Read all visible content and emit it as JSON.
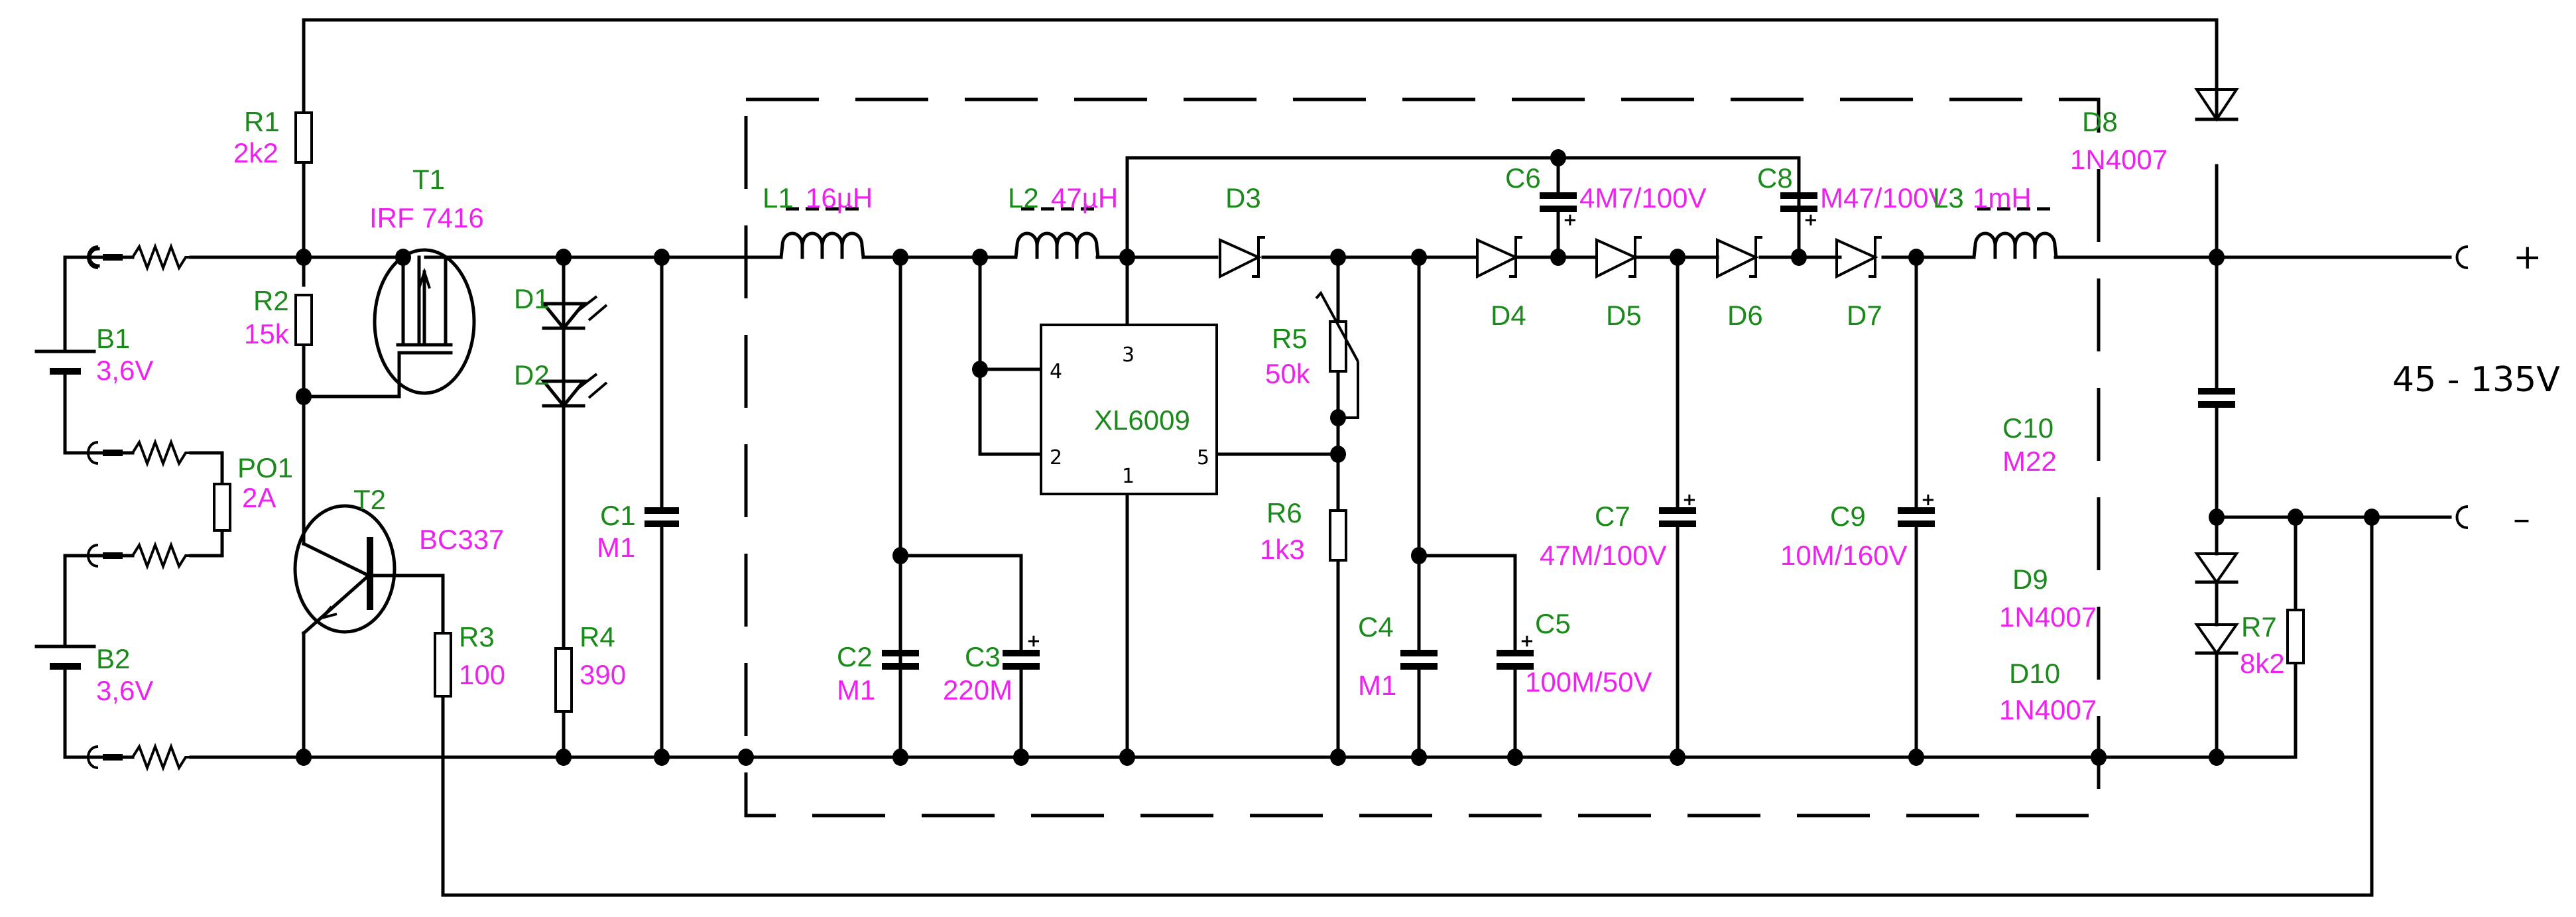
{
  "title": "Battery-powered boost converter schematic (XL6009) 45 - 135V",
  "colors": {
    "reference": "#1a8a1a",
    "value": "#ee22ee",
    "wire": "#000000"
  },
  "output": {
    "range": "45 - 135V",
    "plus": "+",
    "minus": "–"
  },
  "components": {
    "B1": {
      "ref": "B1",
      "value": "3,6V"
    },
    "B2": {
      "ref": "B2",
      "value": "3,6V"
    },
    "PO1": {
      "ref": "PO1",
      "value": "2A"
    },
    "R1": {
      "ref": "R1",
      "value": "2k2"
    },
    "R2": {
      "ref": "R2",
      "value": "15k"
    },
    "R3": {
      "ref": "R3",
      "value": "100"
    },
    "R4": {
      "ref": "R4",
      "value": "390"
    },
    "R5": {
      "ref": "R5",
      "value": "50k"
    },
    "R6": {
      "ref": "R6",
      "value": "1k3"
    },
    "R7": {
      "ref": "R7",
      "value": "8k2"
    },
    "T1": {
      "ref": "T1",
      "value": "IRF 7416"
    },
    "T2": {
      "ref": "T2",
      "value": "BC337"
    },
    "D1": {
      "ref": "D1"
    },
    "D2": {
      "ref": "D2"
    },
    "D3": {
      "ref": "D3"
    },
    "D4": {
      "ref": "D4"
    },
    "D5": {
      "ref": "D5"
    },
    "D6": {
      "ref": "D6"
    },
    "D7": {
      "ref": "D7"
    },
    "D8": {
      "ref": "D8",
      "value": "1N4007"
    },
    "D9": {
      "ref": "D9",
      "value": "1N4007"
    },
    "D10": {
      "ref": "D10",
      "value": "1N4007"
    },
    "C1": {
      "ref": "C1",
      "value": "M1"
    },
    "C2": {
      "ref": "C2",
      "value": "M1"
    },
    "C3": {
      "ref": "C3",
      "value": "220M"
    },
    "C4": {
      "ref": "C4",
      "value": "M1"
    },
    "C5": {
      "ref": "C5",
      "value": "100M/50V"
    },
    "C6": {
      "ref": "C6",
      "value": "4M7/100V"
    },
    "C7": {
      "ref": "C7",
      "value": "47M/100V"
    },
    "C8": {
      "ref": "C8",
      "value": "M47/100V"
    },
    "C9": {
      "ref": "C9",
      "value": "10M/160V"
    },
    "C10": {
      "ref": "C10",
      "value": "M22"
    },
    "L1": {
      "ref": "L1",
      "value": "16µH"
    },
    "L2": {
      "ref": "L2",
      "value": "47µH"
    },
    "L3": {
      "ref": "L3",
      "value": "1mH"
    },
    "U1": {
      "ref": "XL6009",
      "pins": {
        "p1": "1",
        "p2": "2",
        "p3": "3",
        "p4": "4",
        "p5": "5"
      }
    }
  },
  "polarity_mark": "+"
}
